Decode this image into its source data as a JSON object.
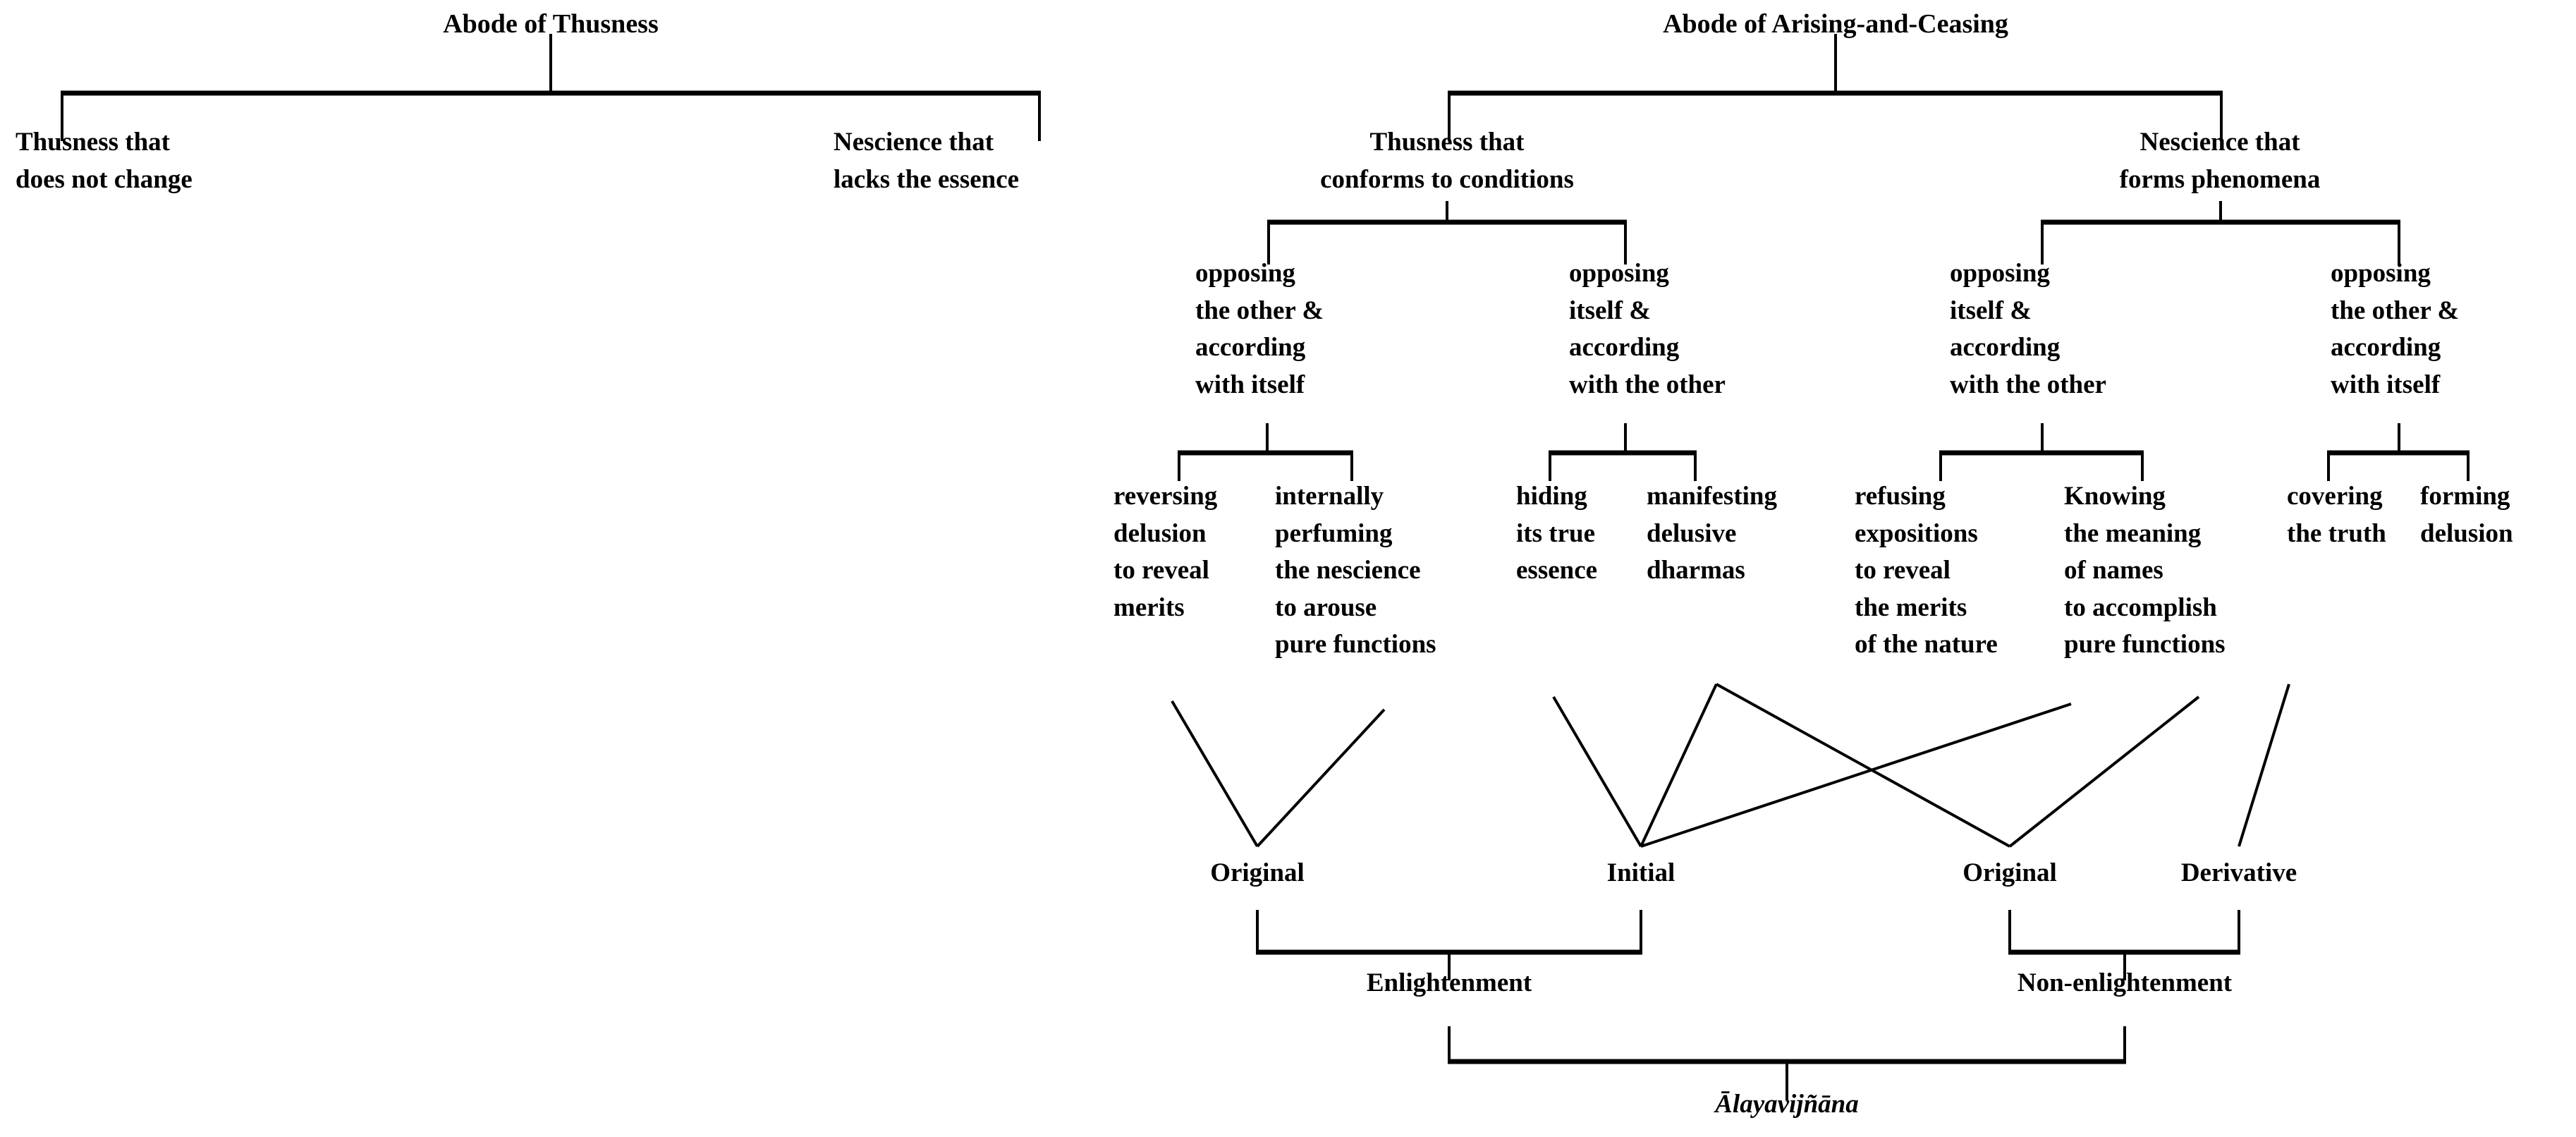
{
  "diagram": {
    "title_left": "Abode of Thusness",
    "title_right": "Abode of Arising-and-Ceasing",
    "root_label": "Ālayavijñāna",
    "left_tree": {
      "root": "Abode of Thusness",
      "children": [
        "Thusness that\ndoes not change",
        "Nescience that\nlacks the essence"
      ]
    },
    "right_tree": {
      "root": "Abode of Arising-and-Ceasing",
      "level2": [
        "Thusness that\nconforms to conditions",
        "Nescience that\nforms phenomena"
      ],
      "level3": [
        "opposing\nthe other &\naccording\nwith itself",
        "opposing\nitself &\naccording\nwith the other",
        "opposing\nitself &\naccording\nwith the other",
        "opposing\nthe other &\naccording\nwith itself"
      ],
      "leaves": [
        "reversing\ndelusion\nto reveal\nmerits",
        "internally\nperfuming\nthe nescience\nto arouse\npure functions",
        "hiding\nits true\nessence",
        "manifesting\ndelusive\ndharmas",
        "refusing\nexpositions\nto reveal\nthe merits\nof the nature",
        "Knowing\nthe meaning\nof names\nto accomplish\npure functions",
        "covering\nthe truth",
        "forming\ndelusion"
      ]
    },
    "aggregation": {
      "nodes": [
        "Original",
        "Initial",
        "Original",
        "Derivative"
      ],
      "groups": [
        "Enlightenment",
        "Non-enlightenment"
      ],
      "root": "Ālayavijñāna"
    },
    "colors": {
      "ink": "#000000",
      "paper": "#ffffff"
    }
  }
}
